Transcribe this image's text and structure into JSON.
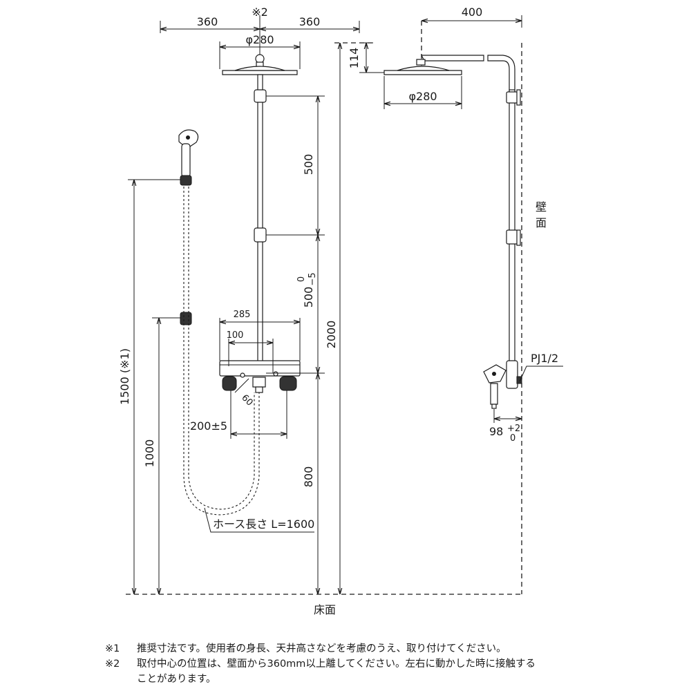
{
  "front_view": {
    "dim_left_360": "360",
    "dim_right_360": "360",
    "note_ref_2": "※2",
    "head_diameter": "φ280",
    "dim_500_upper": "500",
    "dim_500_lower": "500",
    "dim_500_tol_upper": "0",
    "dim_500_tol_lower": "−5",
    "dim_2000": "2000",
    "dim_285": "285",
    "dim_100": "100",
    "dim_60": "60",
    "dim_200": "200±5",
    "dim_800": "800",
    "dim_1500": "1500 (※1)",
    "dim_1000": "1000",
    "hose_label": "ホース長さ L=1600",
    "floor_label": "床面"
  },
  "side_view": {
    "dim_400": "400",
    "dim_114": "114",
    "head_diameter": "φ280",
    "wall_label_1": "壁",
    "wall_label_2": "面",
    "thread_label": "PJ1/2",
    "dim_98": "98",
    "dim_98_tol_upper": "+2",
    "dim_98_tol_lower": "0"
  },
  "notes": [
    {
      "mark": "※1",
      "text": "推奨寸法です。使用者の身長、天井高さなどを考慮のうえ、取り付けてください。"
    },
    {
      "mark": "※2",
      "text": "取付中心の位置は、壁面から360mm以上離してください。左右に動かした時に接触する",
      "cont": "ことがあります。"
    }
  ]
}
